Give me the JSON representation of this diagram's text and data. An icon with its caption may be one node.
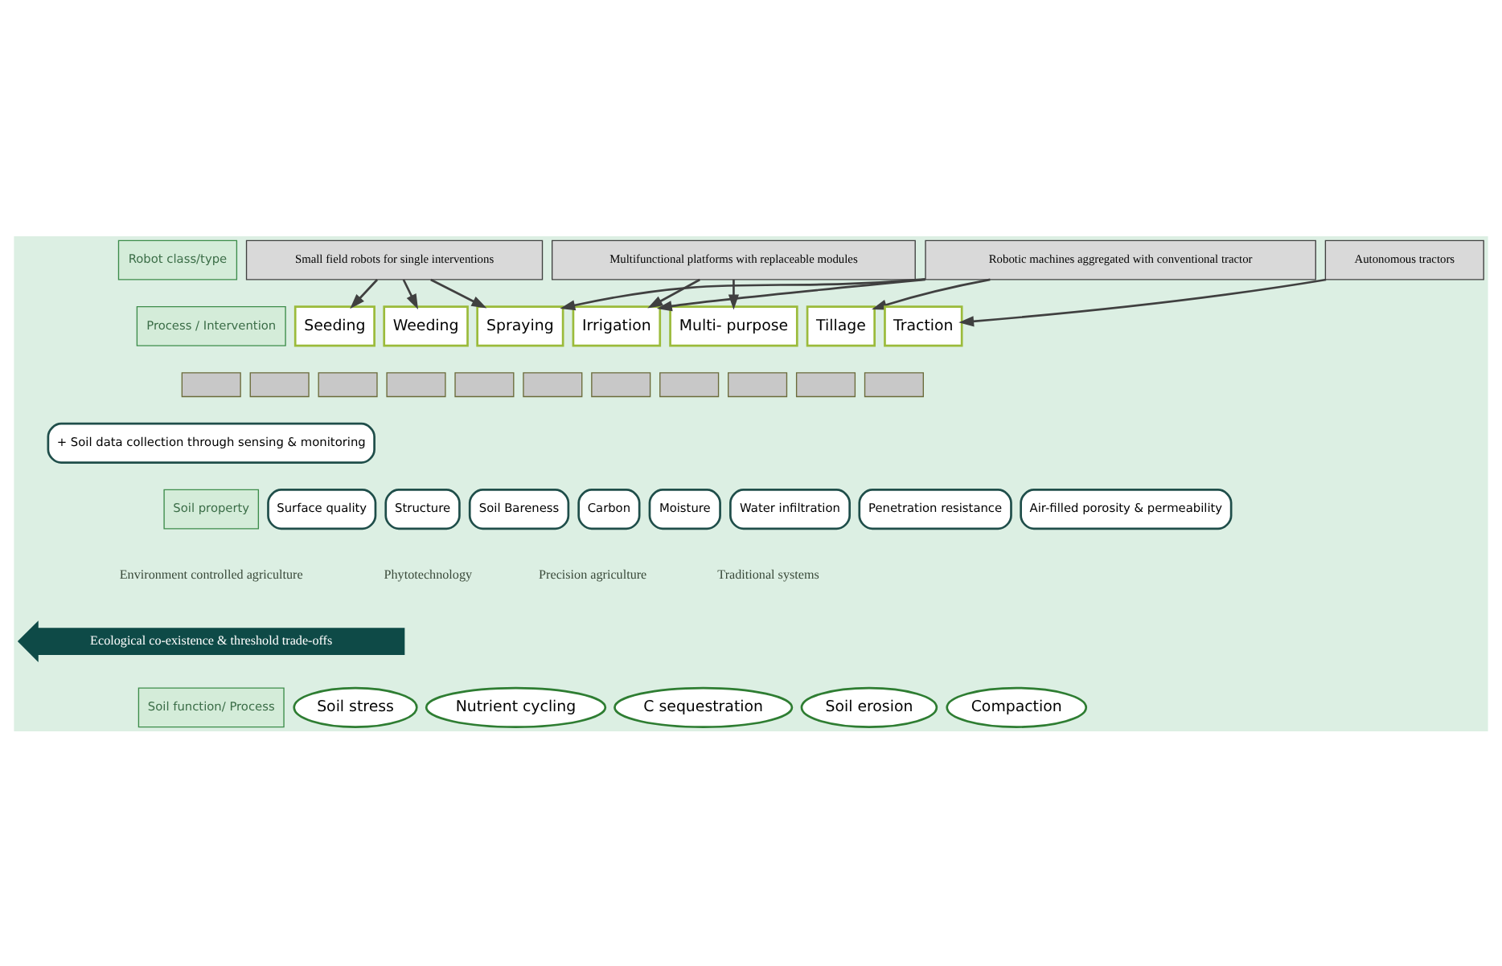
{
  "diagram": {
    "nodes": [
      {
        "text": [
          "Robot class/type"
        ]
      },
      {
        "text": [
          "Small field robots for single interventions"
        ]
      },
      {
        "text": [
          "Multifunctional platforms with replaceable modules"
        ]
      },
      {
        "text": [
          "Robotic machines aggregated with conventional tractor"
        ]
      },
      {
        "text": [
          "Autonomous tractors"
        ]
      },
      {
        "text": [
          "Process / Intervention"
        ]
      },
      {
        "text": [
          "Seeding"
        ]
      },
      {
        "text": [
          "Weeding"
        ]
      },
      {
        "text": [
          "Spraying"
        ]
      },
      {
        "text": [
          "Irrigation"
        ]
      },
      {
        "text": [
          "Multi- purpose"
        ]
      },
      {
        "text": [
          "Tillage"
        ]
      },
      {
        "text": [
          "Traction"
        ]
      },
      {
        "text": [],
        "shape": "box"
      },
      {
        "text": [],
        "shape": "box"
      },
      {
        "text": [],
        "shape": "box"
      },
      {
        "text": [],
        "shape": "box"
      },
      {
        "text": [],
        "shape": "box"
      },
      {
        "text": [],
        "shape": "box"
      },
      {
        "text": [],
        "shape": "box"
      },
      {
        "text": [],
        "shape": "box"
      },
      {
        "text": [],
        "shape": "box"
      },
      {
        "text": [],
        "shape": "box"
      },
      {
        "text": [],
        "shape": "box"
      },
      {
        "text": [
          "+ Soil data collection through sensing & monitoring"
        ]
      },
      {
        "text": [
          "Soil property"
        ]
      },
      {
        "text": [
          "Surface quality"
        ]
      },
      {
        "text": [
          "Structure"
        ]
      },
      {
        "text": [
          "Soil Bareness"
        ]
      },
      {
        "text": [
          "Carbon"
        ]
      },
      {
        "text": [
          "Moisture"
        ]
      },
      {
        "text": [
          "Water infiltration"
        ]
      },
      {
        "text": [
          "Penetration resistance"
        ]
      },
      {
        "text": [
          "Air-filled porosity & permeability"
        ]
      },
      {
        "text": [
          "Ecological co-existence & threshold trade-offs"
        ]
      },
      {
        "text": [
          "Soil function/ Process"
        ]
      },
      {
        "text": [
          "Soil stress"
        ]
      },
      {
        "text": [
          "Nutrient cycling"
        ]
      },
      {
        "text": [
          "C sequestration"
        ]
      },
      {
        "text": [
          "Soil erosion"
        ]
      },
      {
        "text": [
          "Compaction"
        ]
      }
    ],
    "edges": [
      {
        "from": 1,
        "to": 6,
        "arrow": "to"
      },
      {
        "from": 1,
        "to": 7,
        "arrow": "to"
      },
      {
        "from": 1,
        "to": 8,
        "arrow": "to"
      },
      {
        "from": 2,
        "to": 9,
        "arrow": "to"
      },
      {
        "from": 2,
        "to": 10,
        "arrow": "to"
      },
      {
        "from": 3,
        "to": 8,
        "arrow": "to"
      },
      {
        "from": 3,
        "to": 9,
        "arrow": "to"
      },
      {
        "from": 3,
        "to": 11,
        "arrow": "to"
      },
      {
        "from": 4,
        "to": 12,
        "arrow": "to"
      }
    ],
    "labels": [
      "Environment controlled agriculture",
      "Phytotechnology",
      "Precision agriculture",
      "Traditional systems"
    ]
  }
}
